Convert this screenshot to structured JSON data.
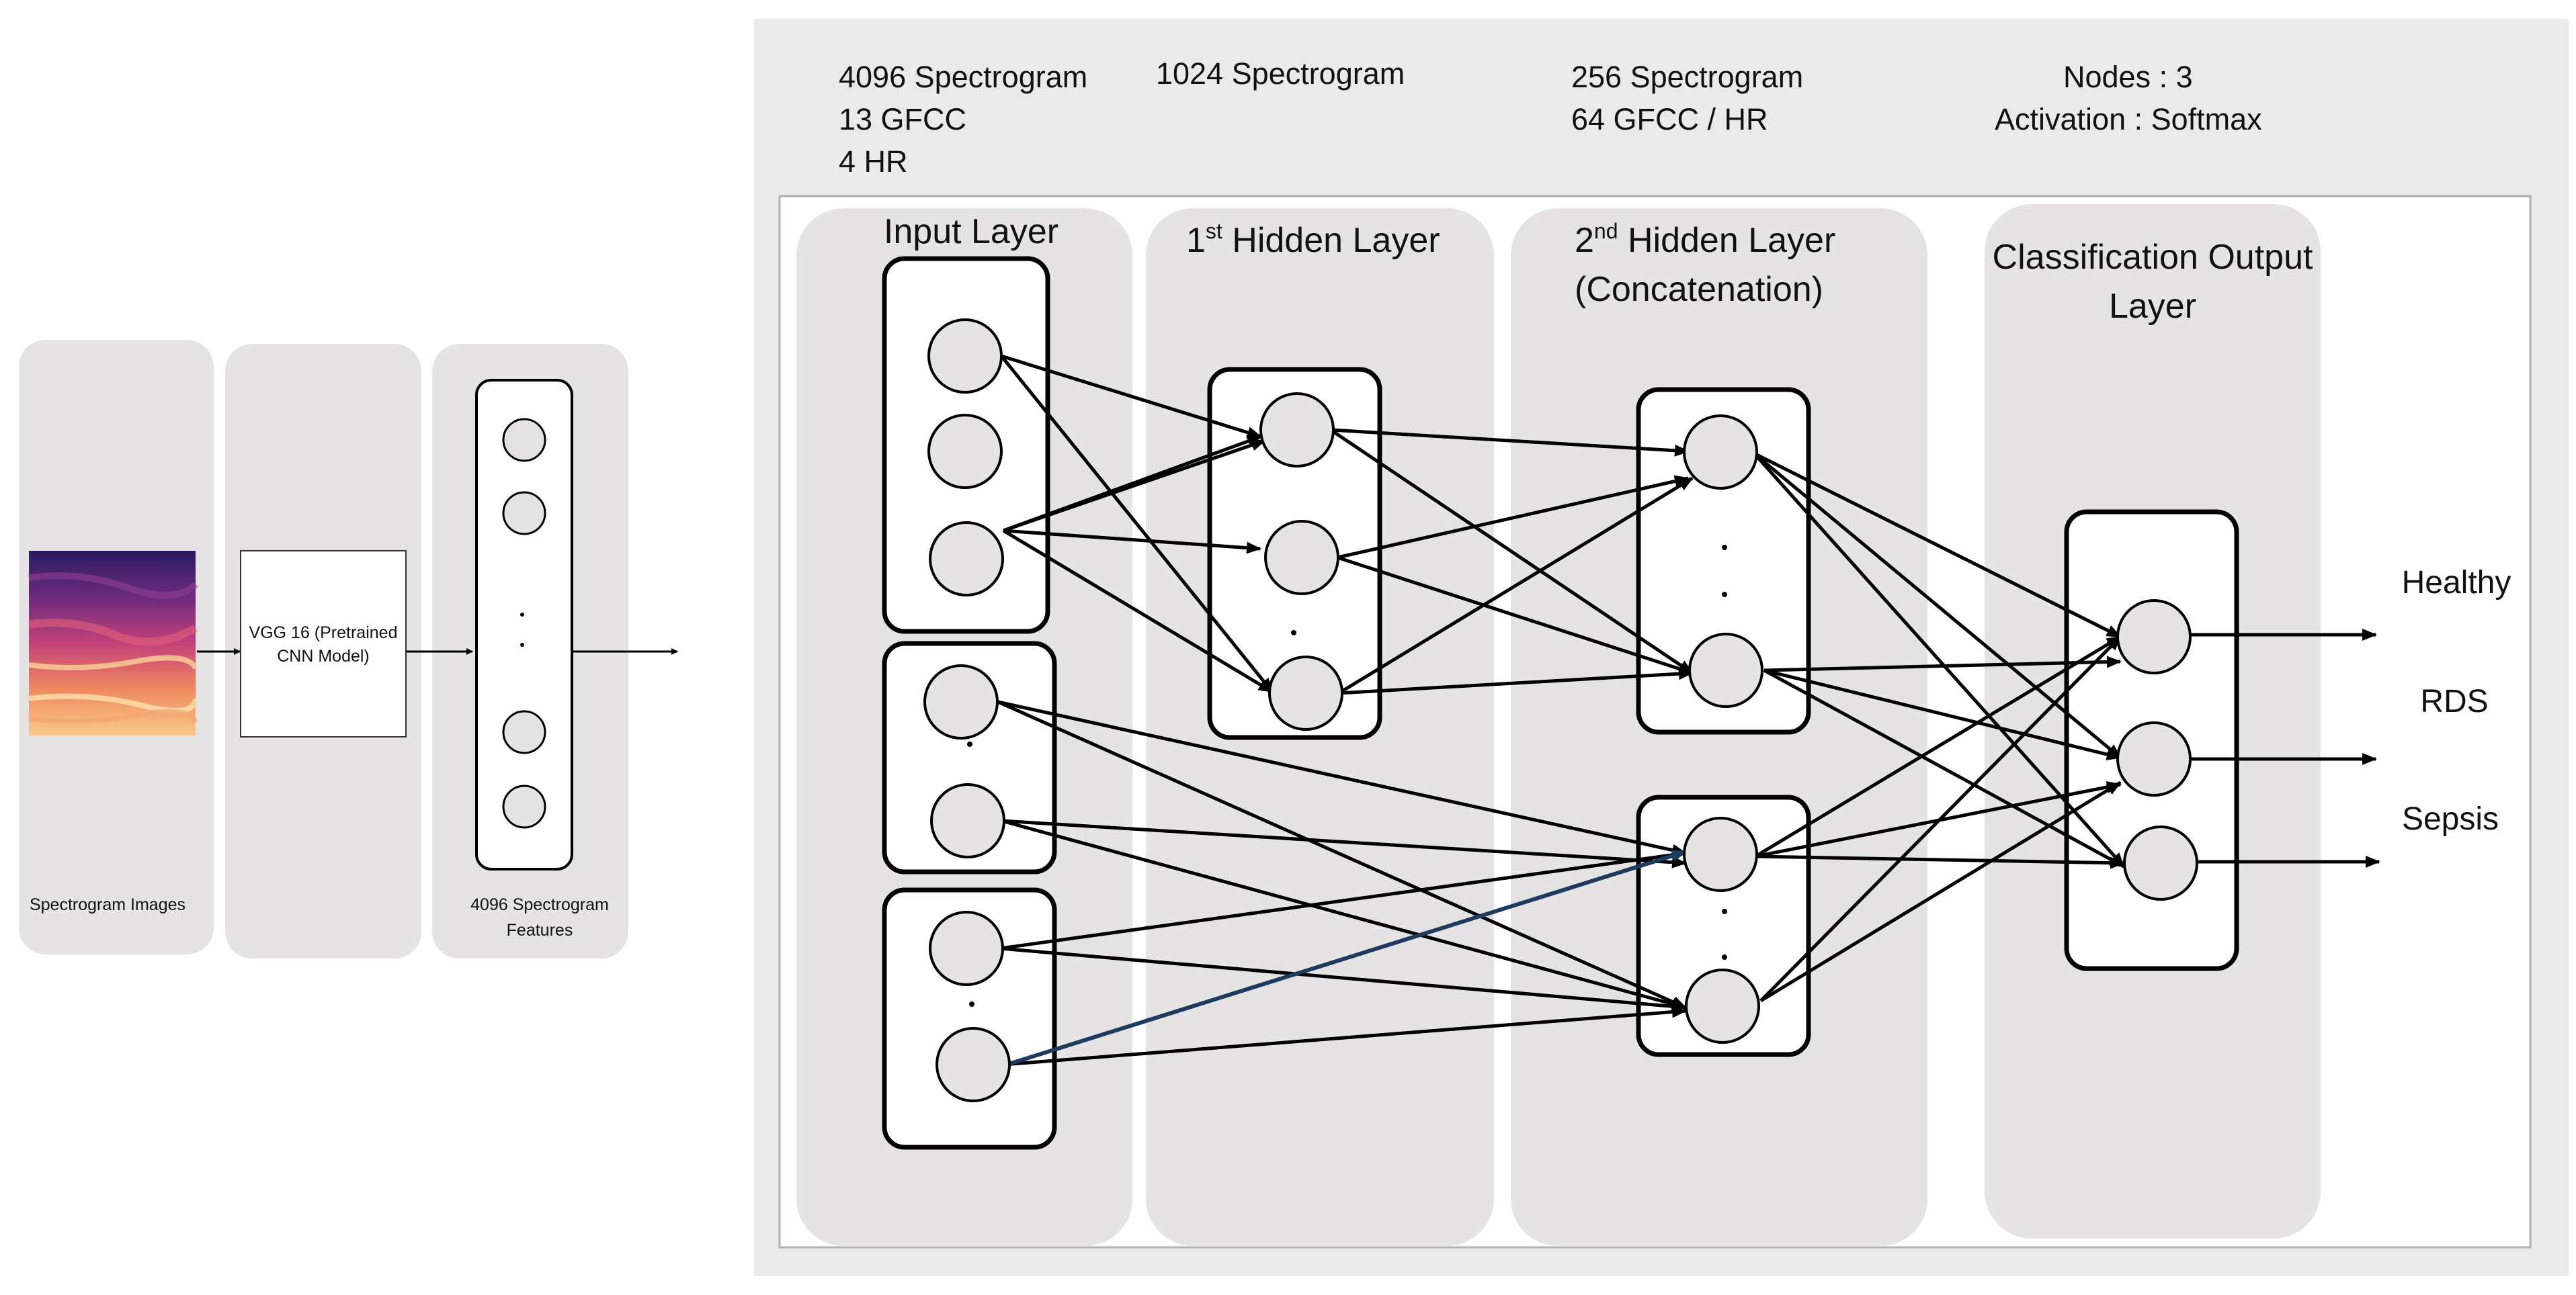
{
  "left_pipeline": {
    "spectrogram_label": "Spectrogram Images",
    "vgg_box_line1": "VGG 16 (Pretrained",
    "vgg_box_line2": "CNN Model)",
    "features_label_line1": "4096 Spectrogram",
    "features_label_line2": "Features",
    "feature_dots": ".\n."
  },
  "top_info": {
    "input_line1": "4096 Spectrogram",
    "input_line2": "13 GFCC",
    "input_line3": "4 HR",
    "hidden1": "1024 Spectrogram",
    "hidden2_line1": "256 Spectrogram",
    "hidden2_line2": "64 GFCC / HR",
    "output_line1": "Nodes  : 3",
    "output_line2": "Activation : Softmax"
  },
  "layers": {
    "input": "Input Layer",
    "hidden1_prefix": "1",
    "hidden1_sup": "st",
    "hidden1_rest": " Hidden Layer",
    "hidden2_prefix": "2",
    "hidden2_sup": "nd",
    "hidden2_rest": " Hidden Layer",
    "hidden2_sub": "(Concatenation)",
    "output_line1": "Classification Output",
    "output_line2": "Layer"
  },
  "outputs": [
    "Healthy",
    "RDS",
    "Sepsis"
  ],
  "colors": {
    "panel_bg": "#ebeaea",
    "column_bg": "#e6e3e4",
    "line": "#000000",
    "highlight_line": "#1f3a5f",
    "spectrogram_dark": "#2a1a5e",
    "spectrogram_mid": "#c4407a",
    "spectrogram_light": "#f7b97a"
  }
}
